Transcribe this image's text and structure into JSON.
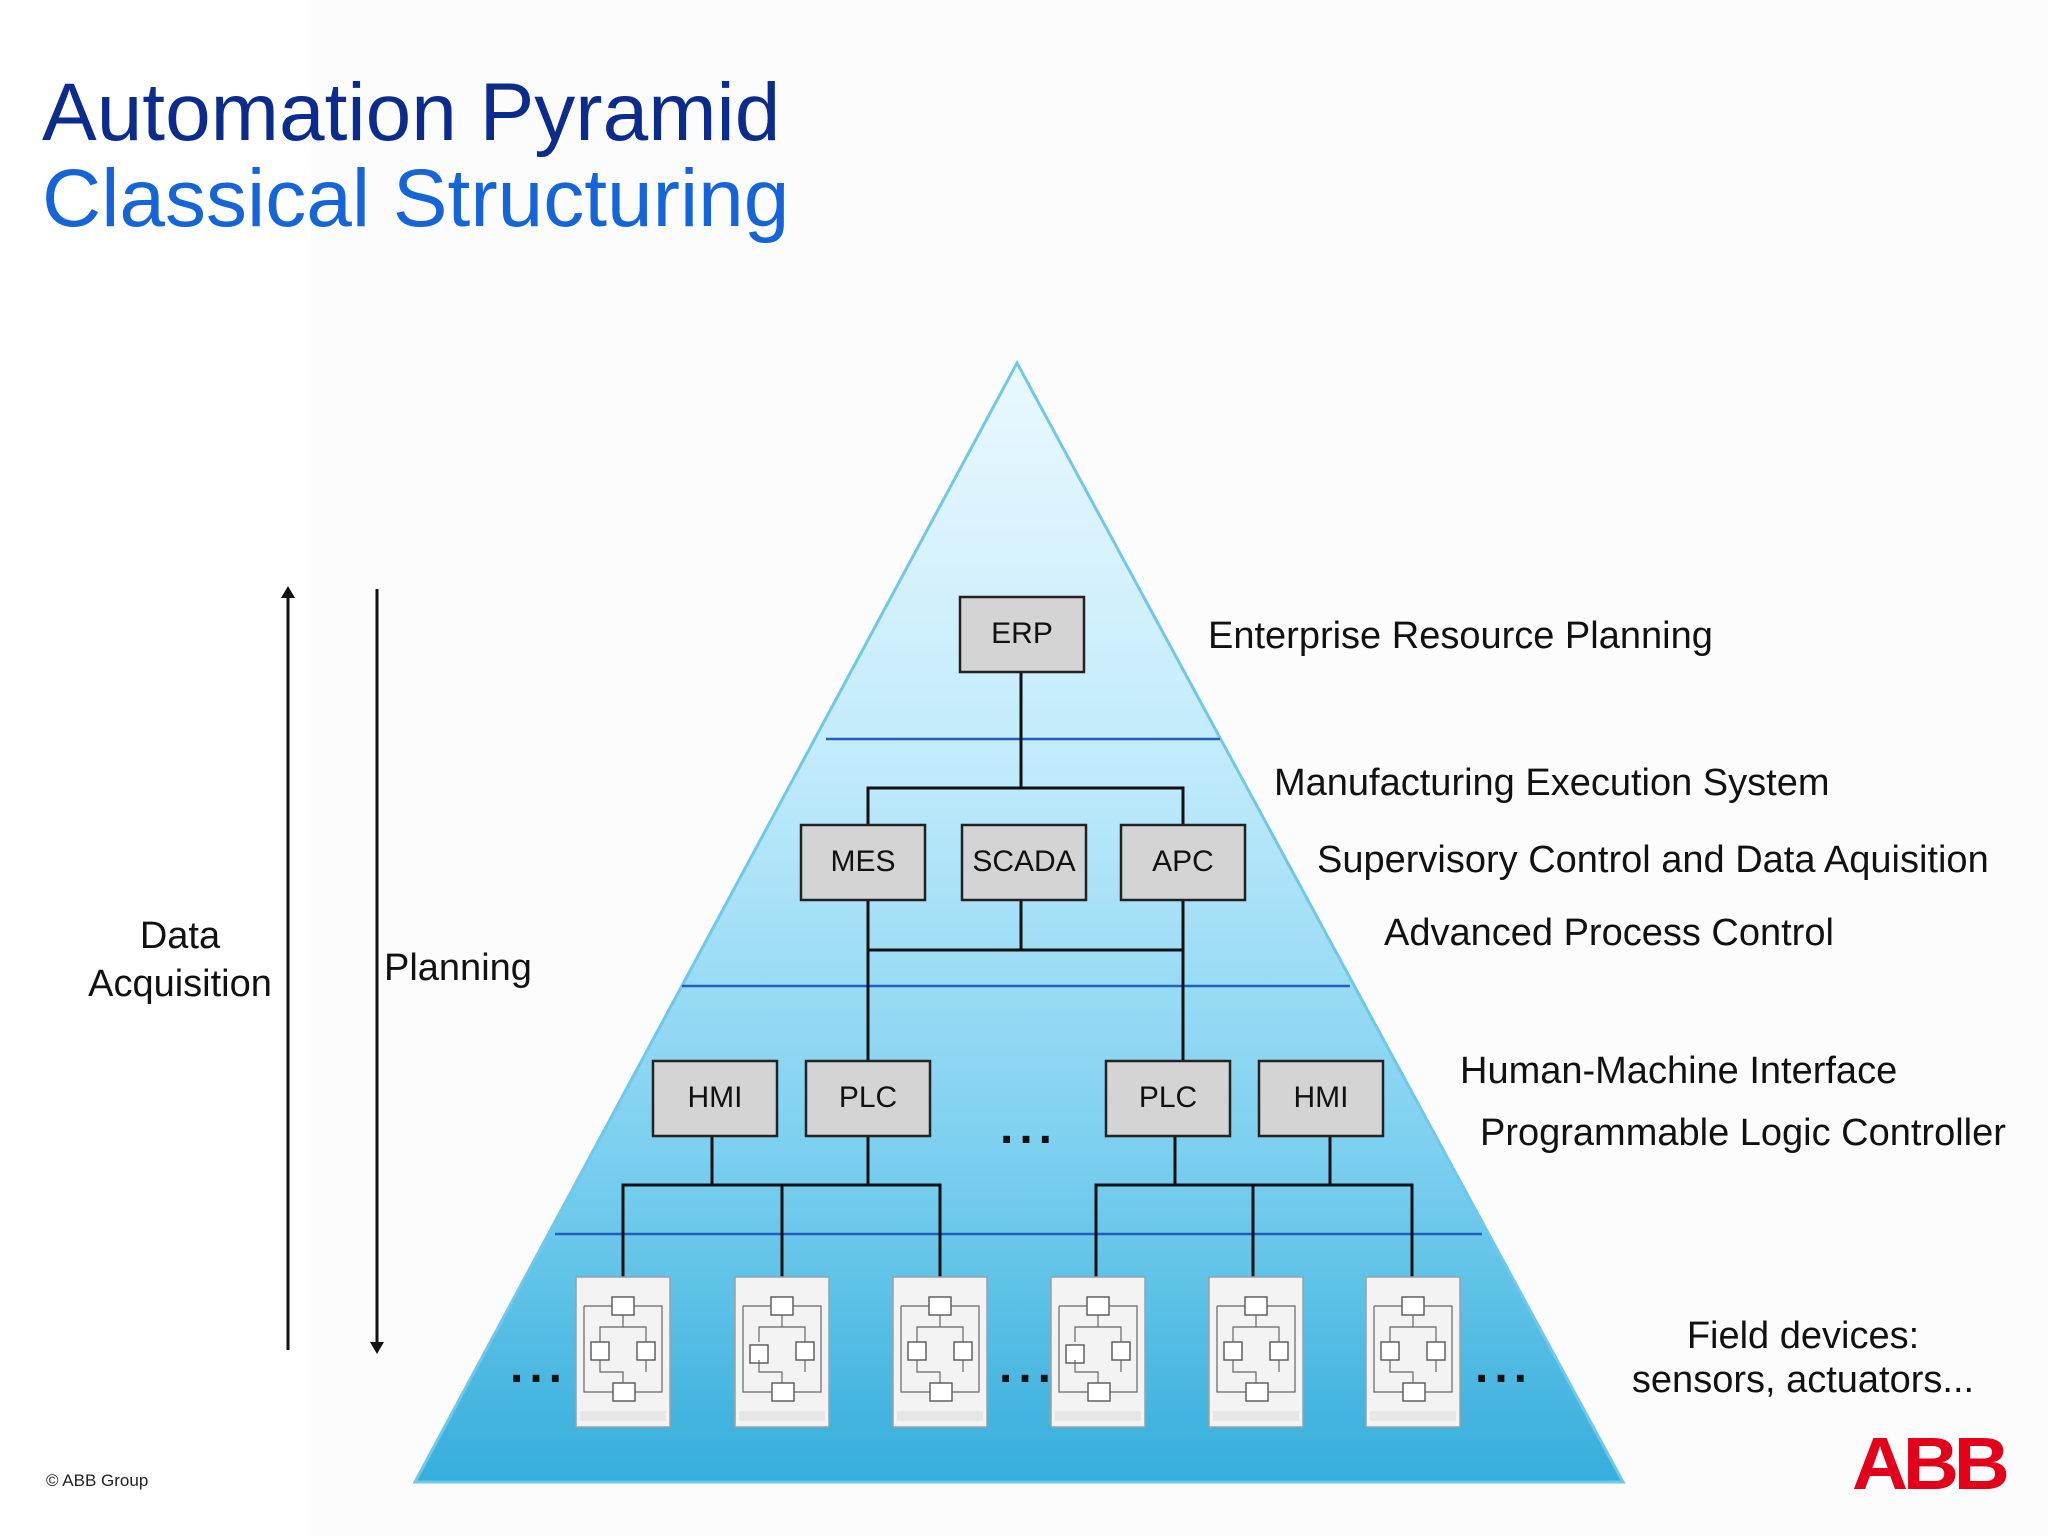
{
  "title": {
    "line1": "Automation Pyramid",
    "line2": "Classical Structuring"
  },
  "axes": {
    "data_acquisition": [
      "Data",
      "Acquisition"
    ],
    "planning": "Planning"
  },
  "nodes": {
    "erp": "ERP",
    "mes": "MES",
    "scada": "SCADA",
    "apc": "APC",
    "hmi_left": "HMI",
    "plc_left": "PLC",
    "plc_right": "PLC",
    "hmi_right": "HMI"
  },
  "level_labels": {
    "erp": "Enterprise Resource Planning",
    "mes": "Manufacturing Execution System",
    "scada": "Supervisory Control and Data Aquisition",
    "apc": "Advanced Process Control",
    "hmi": "Human-Machine Interface",
    "plc": "Programmable Logic Controller",
    "field": [
      "Field devices:",
      "sensors, actuators..."
    ]
  },
  "ellipsis": "...",
  "footer": {
    "copyright": "© ABB Group",
    "logo": "ABB"
  },
  "colors": {
    "title_dark": "#0b2c8c",
    "title_light": "#1565d8",
    "pyramid_top": "#eaf8fe",
    "pyramid_bottom": "#35aedb",
    "pyramid_edge": "#6fc8ea",
    "level_line": "#1f5fc0",
    "logo_red": "#e2001a"
  }
}
